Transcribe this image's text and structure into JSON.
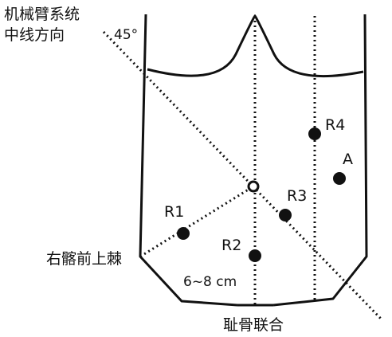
{
  "title_line1": "机械臂系统",
  "title_line2": "中线方向",
  "angle": "45°",
  "ports": {
    "r1": "R1",
    "r2": "R2",
    "r3": "R3",
    "r4": "R4",
    "a": "A"
  },
  "landmarks": {
    "asis": "右髂前上棘",
    "pubis": "耻骨联合",
    "distance": "6~8 cm"
  },
  "colors": {
    "ink": "#111111",
    "background": "#ffffff"
  }
}
